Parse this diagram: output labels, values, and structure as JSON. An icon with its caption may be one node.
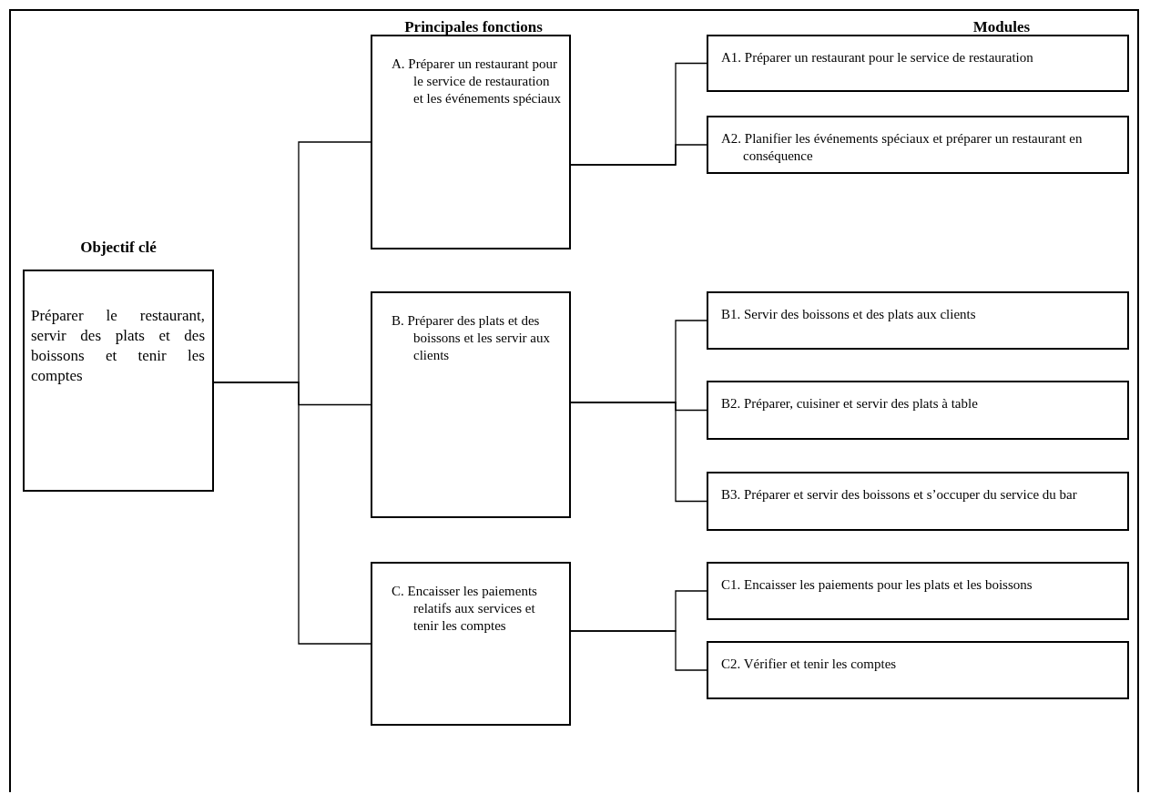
{
  "diagram": {
    "nodes": [
      {
        "text": [
          "Objectif clé",
          "Préparer le restaurant, servir des plats et des boissons et tenir les comptes"
        ]
      },
      {
        "text": [
          "A. Préparer un restaurant pour le service de restauration et les événements spéciaux"
        ]
      },
      {
        "text": [
          "B. Préparer des plats et des boissons et les servir aux clients"
        ]
      },
      {
        "text": [
          "C. Encaisser les paiements relatifs aux services et tenir les comptes"
        ]
      },
      {
        "text": [
          "A1. Préparer un restaurant pour le service de restauration"
        ]
      },
      {
        "text": [
          "A2. Planifier les événements spéciaux et préparer un restaurant en conséquence"
        ]
      },
      {
        "text": [
          "B1. Servir des boissons et des plats aux clients"
        ]
      },
      {
        "text": [
          "B2. Préparer, cuisiner et servir des plats à table"
        ]
      },
      {
        "text": [
          "B3. Préparer et servir des boissons et s’occuper du service du bar"
        ]
      },
      {
        "text": [
          "C1. Encaisser les paiements pour les plats et les boissons"
        ]
      },
      {
        "text": [
          "C2. Vérifier et tenir les comptes"
        ]
      }
    ],
    "edges": [
      {
        "from": 0,
        "to": 1,
        "arrow": "none"
      },
      {
        "from": 0,
        "to": 2,
        "arrow": "none"
      },
      {
        "from": 0,
        "to": 3,
        "arrow": "none"
      },
      {
        "from": 1,
        "to": 4,
        "arrow": "none"
      },
      {
        "from": 1,
        "to": 5,
        "arrow": "none"
      },
      {
        "from": 2,
        "to": 6,
        "arrow": "none"
      },
      {
        "from": 2,
        "to": 7,
        "arrow": "none"
      },
      {
        "from": 2,
        "to": 8,
        "arrow": "none"
      },
      {
        "from": 3,
        "to": 9,
        "arrow": "none"
      },
      {
        "from": 3,
        "to": 10,
        "arrow": "none"
      }
    ],
    "labels": [
      "Principales fonctions",
      "Modules"
    ]
  }
}
